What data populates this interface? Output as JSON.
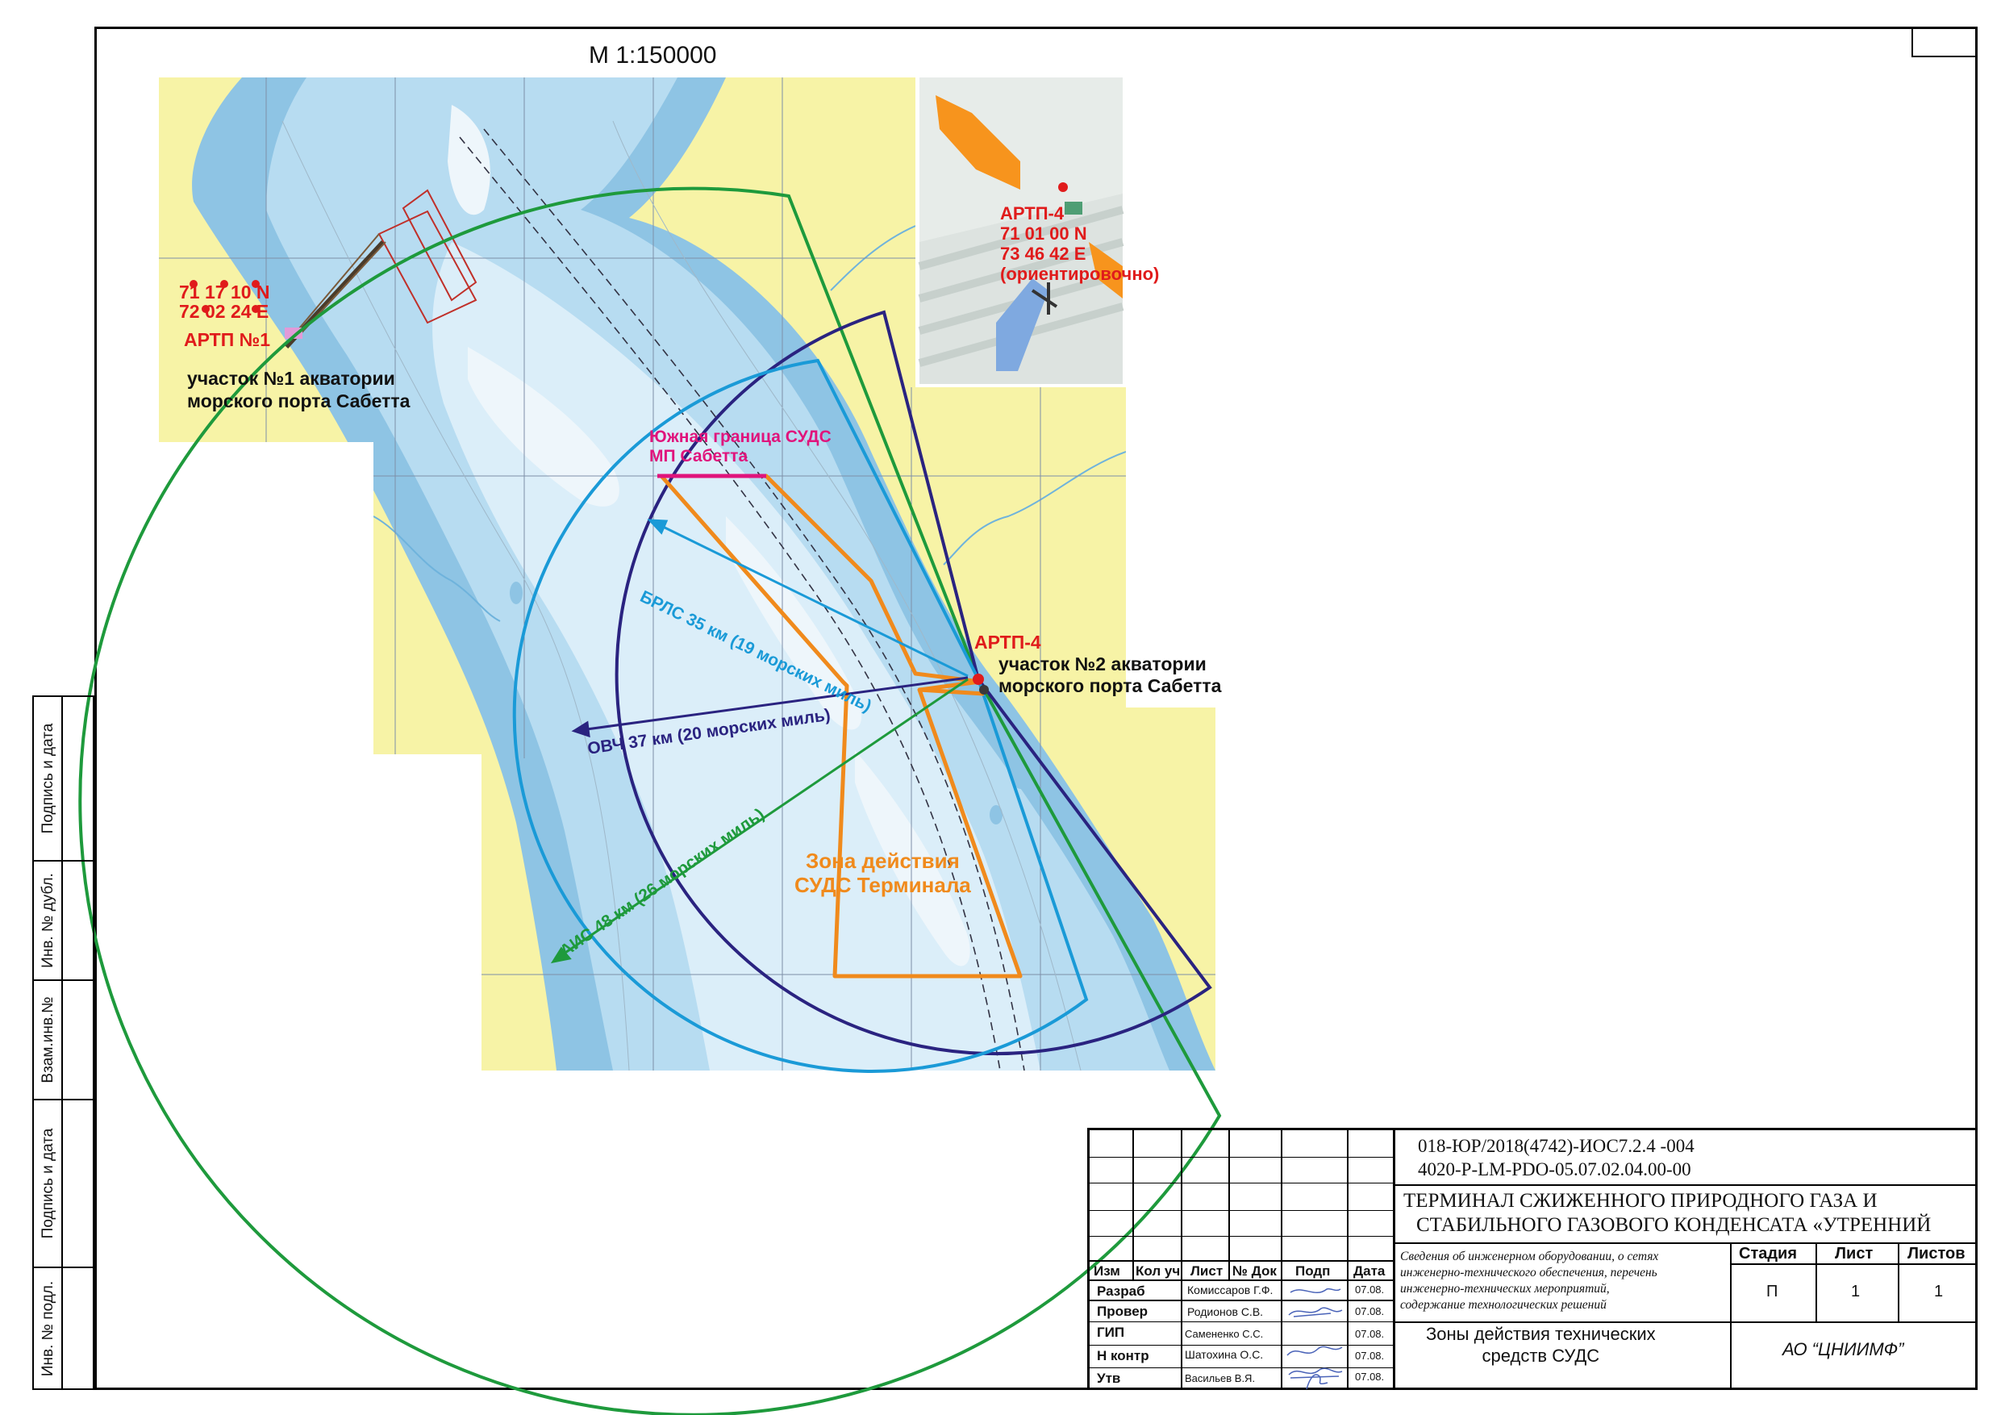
{
  "scale": "М 1:150000",
  "colors": {
    "land": "#f7f3a6",
    "water_deep": "#8ec4e4",
    "water_mid": "#b7dcf1",
    "water_light": "#dbeef9",
    "shoal": "#edf5fb",
    "frame_green": "#cfe6cf",
    "ais_green": "#1e9a3c",
    "vhf_navy": "#2a2380",
    "radar_blue": "#1a9ad7",
    "vts_orange": "#f08a1c",
    "boundary_magenta": "#e0147c",
    "label_red": "#e01b1b",
    "inset_orange": "#f7941d"
  },
  "map": {
    "stations": [
      {
        "id": "artp1",
        "coord_n": "71 17 10 N",
        "coord_e": "72 02 24 E",
        "name": "АРТП №1"
      },
      {
        "id": "artp4",
        "name": "АРТП-4"
      }
    ],
    "port_areas": [
      {
        "id": "area1",
        "line1": "участок №1 акватории",
        "line2": "морского порта Сабетта"
      },
      {
        "id": "area2",
        "line1": "участок №2 акватории",
        "line2": "морского порта Сабетта"
      }
    ],
    "south_boundary": {
      "line1": "Южная граница СУДС",
      "line2": "МП Сабетта"
    },
    "ranges": {
      "radar": "БРЛС 35 км (19 морских миль)",
      "vhf": "ОВЧ  37 км (20 морских миль)",
      "ais": "АИС 48 км (26 морских миль)"
    },
    "vts_zone": {
      "line1": "Зона действия",
      "line2": "СУДС Терминала"
    }
  },
  "inset": {
    "name": "АРТП-4",
    "coord_n": "71 01 00 N",
    "coord_e": "73 46 42 E",
    "note": "(ориентировочно)"
  },
  "side_strip": {
    "labels": [
      "Подпись и дата",
      "Инв. № дубл.",
      "Взам.инв.№",
      "Подпись и дата",
      "Инв. № подл."
    ]
  },
  "title_block": {
    "codes": [
      "018-ЮР/2018(4742)-ИОС7.2.4 -004",
      "4020-P-LM-PDO-05.07.02.04.00-00"
    ],
    "project_title": [
      "ТЕРМИНАЛ СЖИЖЕННОГО ПРИРОДНОГО ГАЗА И",
      "СТАБИЛЬНОГО ГАЗОВОГО КОНДЕНСАТА «УТРЕННИЙ"
    ],
    "columns": [
      "Изм",
      "Кол уч",
      "Лист",
      "№ Док",
      "Подп",
      "Дата"
    ],
    "rows": [
      {
        "role": "Разраб",
        "name": "Комиссаров Г.Ф.",
        "date": "07.08."
      },
      {
        "role": "Провер",
        "name": "Родионов С.В.",
        "date": "07.08."
      },
      {
        "role": "",
        "name": "",
        "date": ""
      },
      {
        "role": "ГИП",
        "name": "Самененко С.С.",
        "date": "07.08."
      },
      {
        "role": "Н контр",
        "name": "Шатохина О.С.",
        "date": "07.08."
      },
      {
        "role": "Утв",
        "name": "Васильев В.Я.",
        "date": "07.08."
      }
    ],
    "doc_description": [
      "Сведения об инженерном оборудовании, о сетях",
      "инженерно-технического обеспечения, перечень",
      "инженерно-технических мероприятий,",
      "содержание технологических решений"
    ],
    "stage_header": "Стадия",
    "sheet_header": "Лист",
    "sheets_header": "Листов",
    "stage_value": "П",
    "sheet_value": "1",
    "sheets_value": "1",
    "sheet_title": [
      "Зоны действия технических",
      "средств СУДС"
    ],
    "organization": "АО “ЦНИИМФ”"
  }
}
